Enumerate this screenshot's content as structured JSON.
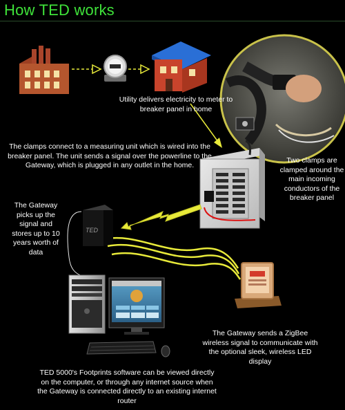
{
  "title": "How TED works",
  "captions": {
    "utility": "Utility delivers electricity to meter to breaker panel in home",
    "clamps_unit": "The clamps connect to a measuring unit which is wired into the breaker panel.  The unit sends a signal over the powerline to the Gateway, which is plugged in any outlet in the home.",
    "two_clamps": "Two clamps are clamped around the main incoming conductors of the breaker panel",
    "gateway": "The Gateway picks up the signal and stores up to 10 years worth of data",
    "zigbee": "The Gateway sends a ZigBee wireless signal to communicate with the optional sleek, wireless LED display",
    "software": "TED 5000's Footprints software can be viewed directly on the computer, or through any internet source when the Gateway is connected directly to an existing internet router"
  },
  "device_label": "TED",
  "colors": {
    "title_green": "#3fe23a",
    "arrow_yellow": "#e8ea3a",
    "factory_brick": "#b5562e",
    "house_roof": "#2a6fd6",
    "house_wall": "#c8442c"
  }
}
